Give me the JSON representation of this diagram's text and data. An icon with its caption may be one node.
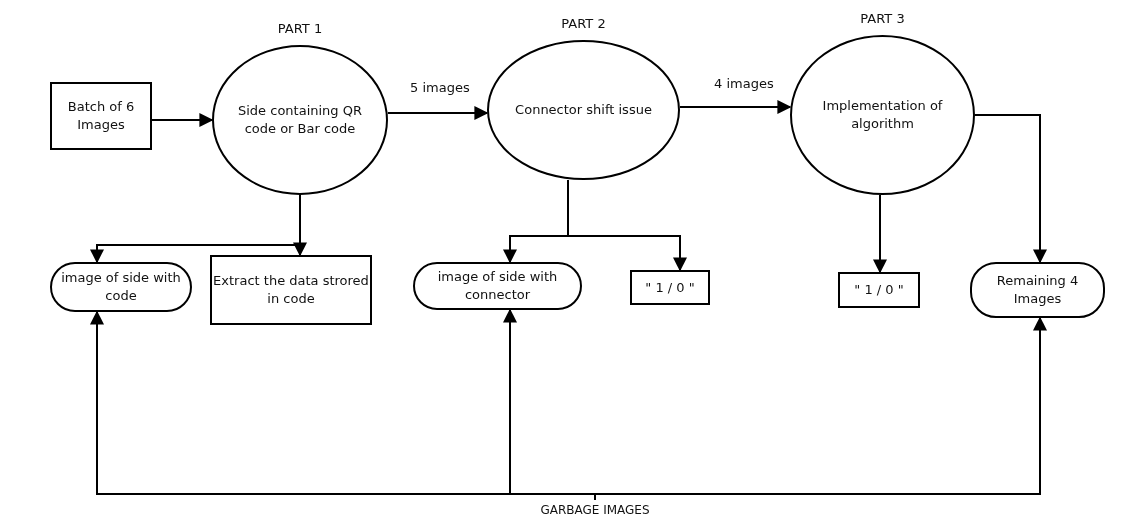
{
  "diagram": {
    "nodes": [
      {
        "text": [
          "Batch of 6 Images"
        ]
      },
      {
        "text": [
          "PART 1",
          "Side containing QR code or Bar code"
        ]
      },
      {
        "text": [
          "PART 2",
          "Connector shift issue"
        ]
      },
      {
        "text": [
          "PART 3",
          "Implementation of algorithm"
        ]
      },
      {
        "text": [
          "image of side with code"
        ]
      },
      {
        "text": [
          "Extract the data strored in code"
        ]
      },
      {
        "text": [
          "image of side with connector"
        ]
      },
      {
        "text": [
          "\" 1 / 0 \""
        ]
      },
      {
        "text": [
          "\" 1 / 0 \""
        ]
      },
      {
        "text": [
          "Remaining 4 Images"
        ]
      },
      {
        "text": [
          "GARBAGE IMAGES"
        ]
      }
    ],
    "edges": [
      {
        "from": 0,
        "to": 1,
        "arrow": "to"
      },
      {
        "from": 1,
        "to": 2,
        "label": "5 images",
        "arrow": "to"
      },
      {
        "from": 2,
        "to": 3,
        "label": "4 images",
        "arrow": "to"
      },
      {
        "from": 1,
        "to": 4,
        "arrow": "to"
      },
      {
        "from": 1,
        "to": 5,
        "arrow": "to"
      },
      {
        "from": 2,
        "to": 6,
        "arrow": "to"
      },
      {
        "from": 2,
        "to": 7,
        "arrow": "to"
      },
      {
        "from": 3,
        "to": 8,
        "arrow": "to"
      },
      {
        "from": 3,
        "to": 9,
        "arrow": "to"
      },
      {
        "from": 10,
        "to": 4,
        "arrow": "to"
      },
      {
        "from": 10,
        "to": 6,
        "arrow": "to"
      },
      {
        "from": 10,
        "to": 9,
        "arrow": "to"
      }
    ]
  }
}
